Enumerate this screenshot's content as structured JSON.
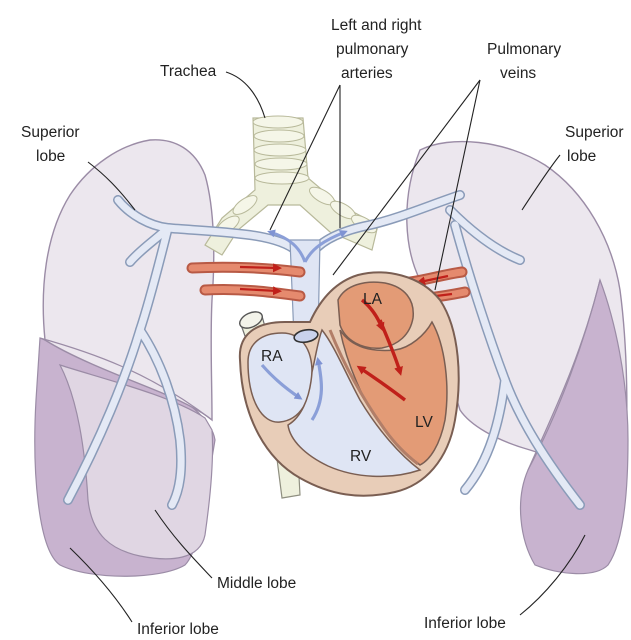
{
  "labels": {
    "trachea": "Trachea",
    "pulmonary_arteries": [
      "Left and right",
      "pulmonary",
      "arteries"
    ],
    "pulmonary_veins": [
      "Pulmonary",
      "veins"
    ],
    "superior_lobe_left": [
      "Superior",
      "lobe"
    ],
    "superior_lobe_right": [
      "Superior",
      "lobe"
    ],
    "middle_lobe": "Middle lobe",
    "inferior_lobe_left": "Inferior lobe",
    "inferior_lobe_right": "Inferior lobe",
    "heart_ra": "RA",
    "heart_rv": "RV",
    "heart_la": "LA",
    "heart_lv": "LV"
  },
  "colors": {
    "lung_superior": "#ece7ee",
    "lung_middle": "#e0d6e3",
    "lung_inferior": "#c8b3cf",
    "deoxygenated_blood": "#dfe5f4",
    "deoxygenated_arrow": "#8b9fd8",
    "oxygenated_blood": "#e8a27f",
    "oxygenated_arrow": "#c0201a",
    "heart_wall": "#e8cdb8",
    "trachea": "#eef0dd"
  }
}
